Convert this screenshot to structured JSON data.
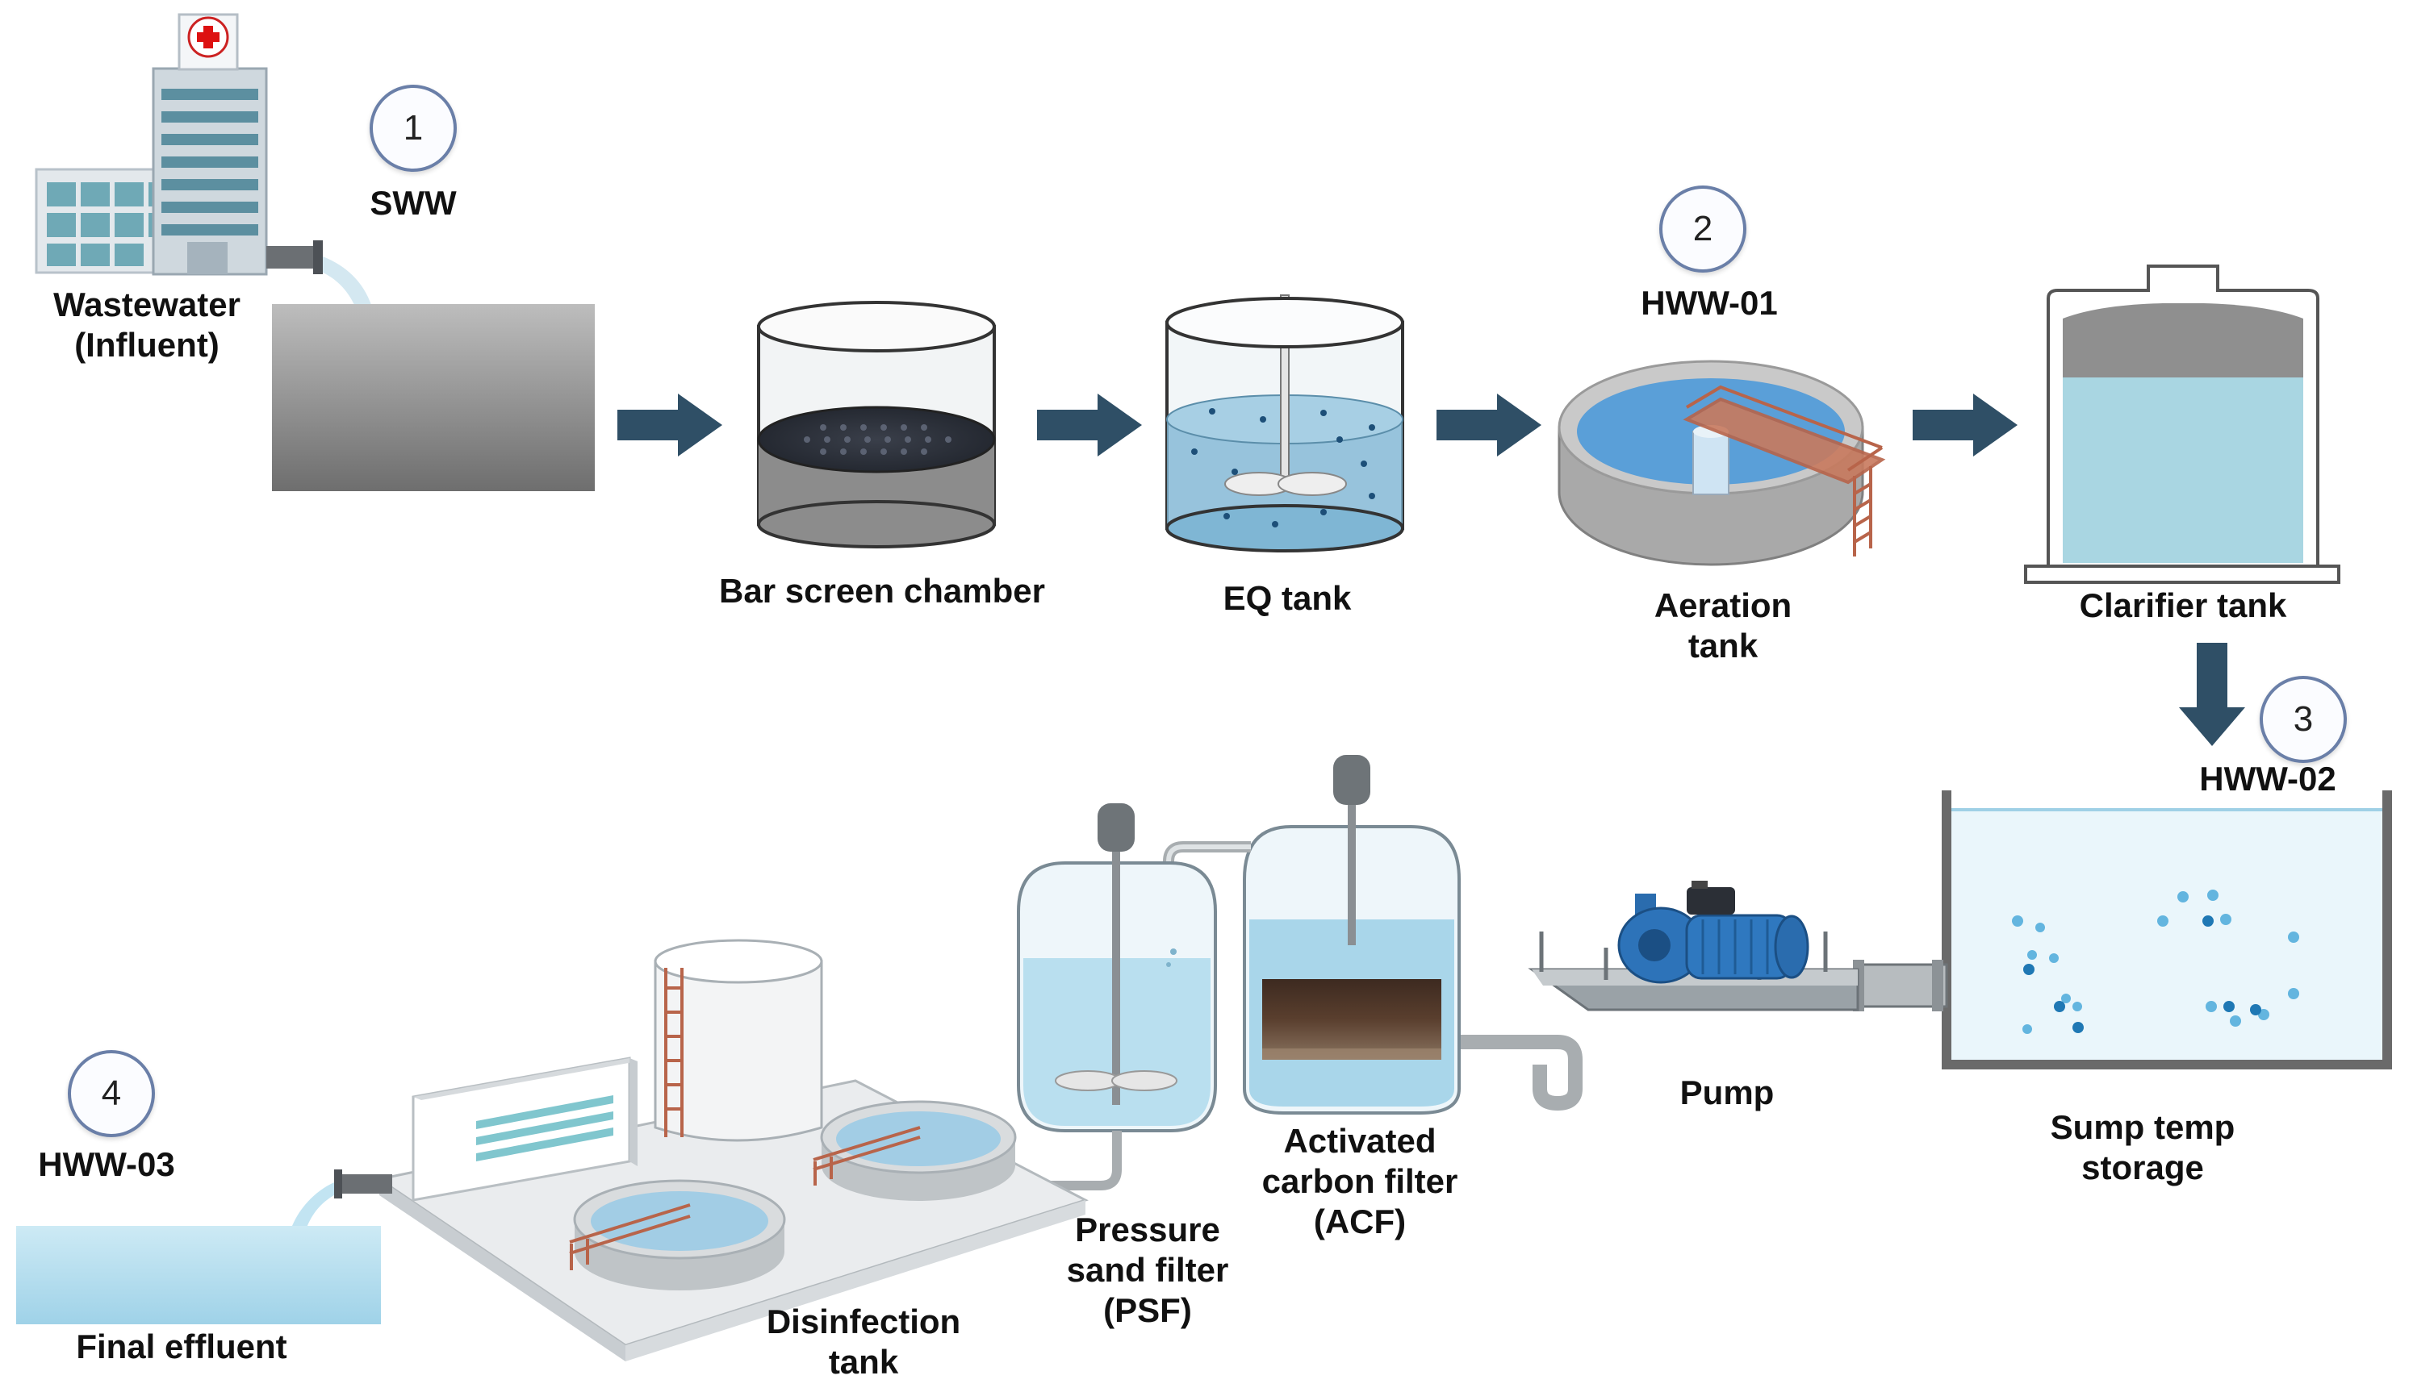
{
  "colors": {
    "arrow": "#2f4f66",
    "water": "#a9d6ea",
    "rust": "#b8644a",
    "grey": "#9a9a9a",
    "badge_border": "#6a7fa8"
  },
  "labels": {
    "wastewater": "Wastewater\n(Influent)",
    "bar_screen": "Bar screen chamber",
    "eq_tank": "EQ tank",
    "aeration": "Aeration\ntank",
    "clarifier": "Clarifier tank",
    "sump": "Sump temp storage",
    "pump": "Pump",
    "acf": "Activated\ncarbon filter\n(ACF)",
    "psf": "Pressure\nsand filter\n(PSF)",
    "disinfection": "Disinfection\ntank",
    "final": "Final effluent"
  },
  "points": [
    {
      "number": "1",
      "code": "SWW"
    },
    {
      "number": "2",
      "code": "HWW-01"
    },
    {
      "number": "3",
      "code": "HWW-02"
    },
    {
      "number": "4",
      "code": "HWW-03"
    }
  ],
  "icons": {
    "hospital": "hospital-icon",
    "arrow": "flow-arrow-icon",
    "pump": "pump-icon"
  }
}
